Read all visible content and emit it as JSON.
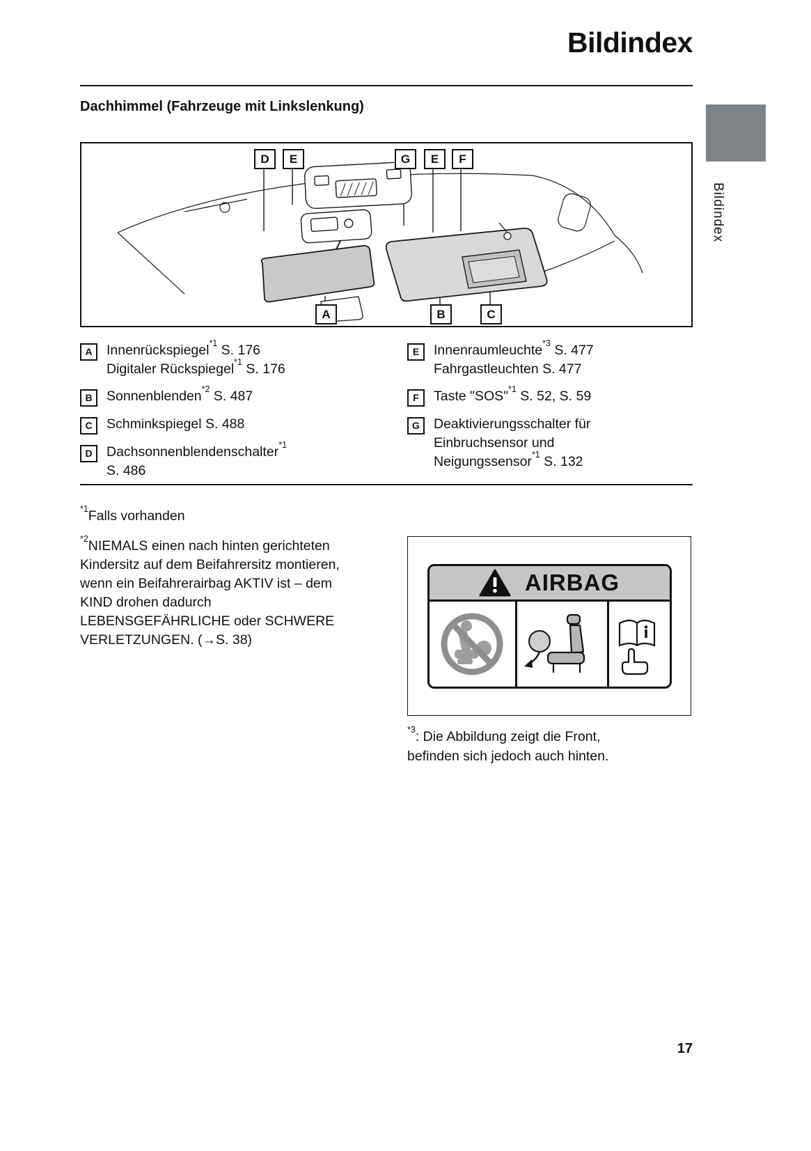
{
  "page": {
    "title": "Bildindex",
    "side_tab": "Bildindex",
    "number": "17"
  },
  "section_heading": "Dachhimmel (Fahrzeuge mit Linkslenkung)",
  "diagram": {
    "top_callouts": [
      "D",
      "E",
      "G",
      "E",
      "F"
    ],
    "bottom_callouts": [
      "A",
      "B",
      "C"
    ]
  },
  "legend": {
    "left": [
      {
        "letter": "A",
        "lines": [
          [
            {
              "t": "Innenrückspiegel"
            },
            {
              "sup": "*1"
            },
            {
              "t": " S. 176"
            }
          ],
          [
            {
              "t": "Digitaler Rückspiegel"
            },
            {
              "sup": "*1"
            },
            {
              "t": " S. 176"
            }
          ]
        ]
      },
      {
        "letter": "B",
        "lines": [
          [
            {
              "t": "Sonnenblenden"
            },
            {
              "sup": "*2"
            },
            {
              "t": " S. 487"
            }
          ]
        ]
      },
      {
        "letter": "C",
        "lines": [
          [
            {
              "t": "Schminkspiegel S. 488"
            }
          ]
        ]
      },
      {
        "letter": "D",
        "lines": [
          [
            {
              "t": "Dachsonnenblendenschalter"
            },
            {
              "sup": "*1"
            }
          ],
          [
            {
              "t": "S. 486"
            }
          ]
        ]
      }
    ],
    "right": [
      {
        "letter": "E",
        "lines": [
          [
            {
              "t": "Innenraumleuchte"
            },
            {
              "sup": "*3"
            },
            {
              "t": " S. 477"
            }
          ],
          [
            {
              "t": "Fahrgastleuchten S. 477"
            }
          ]
        ]
      },
      {
        "letter": "F",
        "lines": [
          [
            {
              "t": "Taste \"SOS\""
            },
            {
              "sup": "*1"
            },
            {
              "t": " S. 52, S. 59"
            }
          ]
        ]
      },
      {
        "letter": "G",
        "lines": [
          [
            {
              "t": "Deaktivierungsschalter für"
            }
          ],
          [
            {
              "t": "Einbruchsensor und"
            }
          ],
          [
            {
              "t": "Neigungssensor"
            },
            {
              "sup": "*1"
            },
            {
              "t": " S. 132"
            }
          ]
        ]
      }
    ]
  },
  "footnotes": [
    {
      "marker": "*1",
      "text": "Falls vorhanden"
    },
    {
      "marker": "*2",
      "text": "NIEMALS einen nach hinten gerichteten Kindersitz auf dem Beifahrersitz montieren, wenn ein Beifahrerairbag AKTIV ist – dem KIND drohen dadurch LEBENSGEFÄHRLICHE oder SCHWERE VERLETZUNGEN. (→S. 38)"
    }
  ],
  "airbag_label": {
    "title": "AIRBAG"
  },
  "note3": {
    "marker": "*3",
    "text": ": Die Abbildung zeigt die Front, befinden sich jedoch auch hinten."
  }
}
